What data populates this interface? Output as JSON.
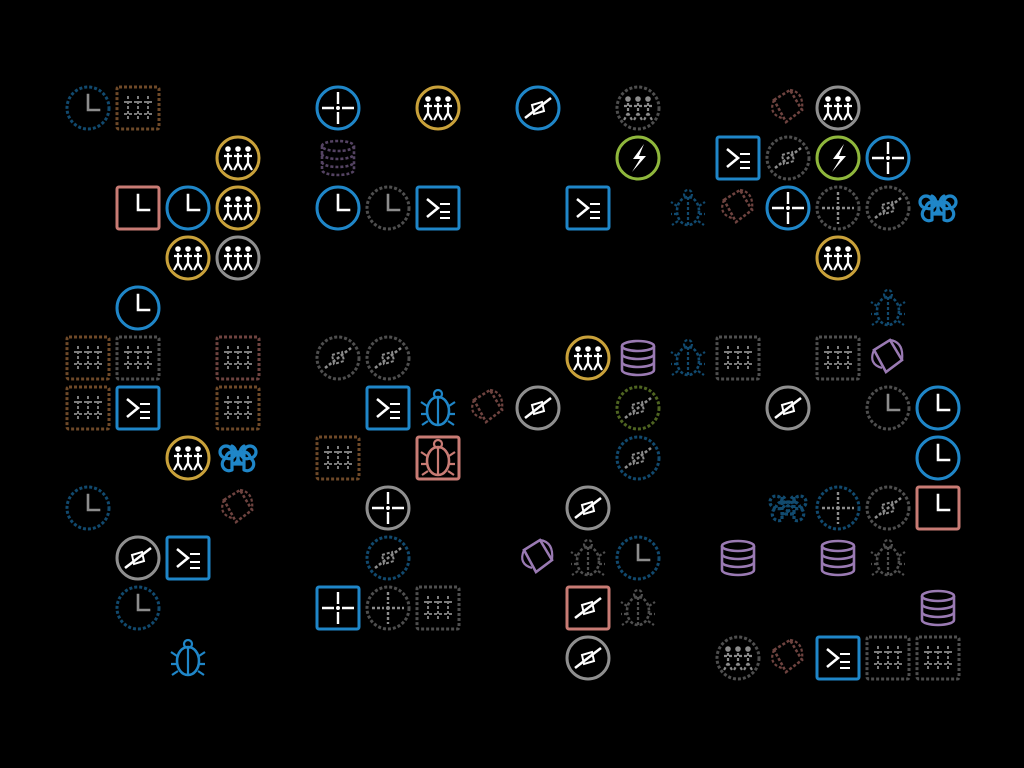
{
  "colors": {
    "background": "#000000",
    "blue": "#1f86c8",
    "gold": "#c9a13a",
    "salmon": "#c87b74",
    "purple": "#9a7ab3",
    "green": "#8fb73c",
    "gray": "#8f8f8f",
    "white": "#ffffff",
    "orange": "#c8864a"
  },
  "grid": {
    "columns": 18,
    "rows": 12
  },
  "icons": [
    {
      "col": 1,
      "row": 1,
      "name": "clock-icon",
      "frame": "circle",
      "color": "blue",
      "faded": true
    },
    {
      "col": 2,
      "row": 1,
      "name": "network-icon",
      "frame": "square",
      "color": "orange",
      "faded": true
    },
    {
      "col": 6,
      "row": 1,
      "name": "crosshair-icon",
      "frame": "circle",
      "color": "blue"
    },
    {
      "col": 8,
      "row": 1,
      "name": "people-icon",
      "frame": "circle",
      "color": "gold"
    },
    {
      "col": 10,
      "row": 1,
      "name": "compass-icon",
      "frame": "circle",
      "color": "blue"
    },
    {
      "col": 12,
      "row": 1,
      "name": "people-icon",
      "frame": "circle",
      "color": "gray",
      "faded": true
    },
    {
      "col": 15,
      "row": 1,
      "name": "scroll-icon",
      "frame": "none",
      "color": "salmon",
      "faded": true
    },
    {
      "col": 16,
      "row": 1,
      "name": "people-icon",
      "frame": "circle",
      "color": "gray"
    },
    {
      "col": 4,
      "row": 2,
      "name": "people-icon",
      "frame": "circle",
      "color": "gold"
    },
    {
      "col": 6,
      "row": 2,
      "name": "database-icon",
      "frame": "none",
      "color": "purple",
      "faded": true
    },
    {
      "col": 12,
      "row": 2,
      "name": "lightning-icon",
      "frame": "circle",
      "color": "green"
    },
    {
      "col": 14,
      "row": 2,
      "name": "terminal-icon",
      "frame": "square",
      "color": "blue"
    },
    {
      "col": 15,
      "row": 2,
      "name": "compass-icon",
      "frame": "circle",
      "color": "gray",
      "faded": true
    },
    {
      "col": 16,
      "row": 2,
      "name": "lightning-icon",
      "frame": "circle",
      "color": "green"
    },
    {
      "col": 17,
      "row": 2,
      "name": "crosshair-icon",
      "frame": "circle",
      "color": "blue"
    },
    {
      "col": 2,
      "row": 3,
      "name": "clock-icon",
      "frame": "square",
      "color": "salmon"
    },
    {
      "col": 3,
      "row": 3,
      "name": "clock-icon",
      "frame": "circle",
      "color": "blue"
    },
    {
      "col": 4,
      "row": 3,
      "name": "people-icon",
      "frame": "circle",
      "color": "gold"
    },
    {
      "col": 6,
      "row": 3,
      "name": "clock-icon",
      "frame": "circle",
      "color": "blue"
    },
    {
      "col": 7,
      "row": 3,
      "name": "clock-icon",
      "frame": "circle",
      "color": "gray",
      "faded": true
    },
    {
      "col": 8,
      "row": 3,
      "name": "terminal-icon",
      "frame": "square",
      "color": "blue"
    },
    {
      "col": 11,
      "row": 3,
      "name": "terminal-icon",
      "frame": "square",
      "color": "blue"
    },
    {
      "col": 13,
      "row": 3,
      "name": "bug-icon",
      "frame": "none",
      "color": "blue",
      "faded": true
    },
    {
      "col": 14,
      "row": 3,
      "name": "scroll-icon",
      "frame": "none",
      "color": "salmon",
      "faded": true
    },
    {
      "col": 15,
      "row": 3,
      "name": "crosshair-icon",
      "frame": "circle",
      "color": "blue"
    },
    {
      "col": 16,
      "row": 3,
      "name": "crosshair-icon",
      "frame": "circle",
      "color": "gray",
      "faded": true
    },
    {
      "col": 17,
      "row": 3,
      "name": "compass-icon",
      "frame": "circle",
      "color": "gray",
      "faded": true
    },
    {
      "col": 18,
      "row": 3,
      "name": "command-icon",
      "frame": "none",
      "color": "blue"
    },
    {
      "col": 3,
      "row": 4,
      "name": "people-icon",
      "frame": "circle",
      "color": "gold"
    },
    {
      "col": 4,
      "row": 4,
      "name": "people-icon",
      "frame": "circle",
      "color": "gray"
    },
    {
      "col": 16,
      "row": 4,
      "name": "people-icon",
      "frame": "circle",
      "color": "gold"
    },
    {
      "col": 2,
      "row": 5,
      "name": "clock-icon",
      "frame": "circle",
      "color": "blue"
    },
    {
      "col": 17,
      "row": 5,
      "name": "bug-icon",
      "frame": "none",
      "color": "blue",
      "faded": true
    },
    {
      "col": 1,
      "row": 6,
      "name": "network-icon",
      "frame": "square",
      "color": "orange",
      "faded": true
    },
    {
      "col": 2,
      "row": 6,
      "name": "network-icon",
      "frame": "square",
      "color": "gray",
      "faded": true
    },
    {
      "col": 4,
      "row": 6,
      "name": "network-icon",
      "frame": "square",
      "color": "salmon",
      "faded": true
    },
    {
      "col": 6,
      "row": 6,
      "name": "compass-icon",
      "frame": "circle",
      "color": "gray",
      "faded": true
    },
    {
      "col": 7,
      "row": 6,
      "name": "compass-icon",
      "frame": "circle",
      "color": "gray",
      "faded": true
    },
    {
      "col": 11,
      "row": 6,
      "name": "people-icon",
      "frame": "circle",
      "color": "gold"
    },
    {
      "col": 12,
      "row": 6,
      "name": "database-icon",
      "frame": "none",
      "color": "purple"
    },
    {
      "col": 13,
      "row": 6,
      "name": "bug-icon",
      "frame": "none",
      "color": "blue",
      "faded": true
    },
    {
      "col": 14,
      "row": 6,
      "name": "network-icon",
      "frame": "square",
      "color": "gray",
      "faded": true
    },
    {
      "col": 16,
      "row": 6,
      "name": "network-icon",
      "frame": "square",
      "color": "gray",
      "faded": true
    },
    {
      "col": 17,
      "row": 6,
      "name": "scroll-icon",
      "frame": "none",
      "color": "purple"
    },
    {
      "col": 1,
      "row": 7,
      "name": "network-icon",
      "frame": "square",
      "color": "orange",
      "faded": true
    },
    {
      "col": 2,
      "row": 7,
      "name": "terminal-icon",
      "frame": "square",
      "color": "blue"
    },
    {
      "col": 4,
      "row": 7,
      "name": "network-icon",
      "frame": "square",
      "color": "orange",
      "faded": true
    },
    {
      "col": 7,
      "row": 7,
      "name": "terminal-icon",
      "frame": "square",
      "color": "blue"
    },
    {
      "col": 8,
      "row": 7,
      "name": "bug-icon",
      "frame": "none",
      "color": "blue"
    },
    {
      "col": 9,
      "row": 7,
      "name": "scroll-icon",
      "frame": "none",
      "color": "salmon",
      "faded": true
    },
    {
      "col": 10,
      "row": 7,
      "name": "compass-icon",
      "frame": "circle",
      "color": "gray"
    },
    {
      "col": 12,
      "row": 7,
      "name": "compass-icon",
      "frame": "circle",
      "color": "green",
      "faded": true
    },
    {
      "col": 15,
      "row": 7,
      "name": "compass-icon",
      "frame": "circle",
      "color": "gray"
    },
    {
      "col": 17,
      "row": 7,
      "name": "clock-icon",
      "frame": "circle",
      "color": "gray",
      "faded": true
    },
    {
      "col": 18,
      "row": 7,
      "name": "clock-icon",
      "frame": "circle",
      "color": "blue"
    },
    {
      "col": 3,
      "row": 8,
      "name": "people-icon",
      "frame": "circle",
      "color": "gold"
    },
    {
      "col": 4,
      "row": 8,
      "name": "command-icon",
      "frame": "none",
      "color": "blue"
    },
    {
      "col": 6,
      "row": 8,
      "name": "network-icon",
      "frame": "square",
      "color": "orange",
      "faded": true
    },
    {
      "col": 8,
      "row": 8,
      "name": "bug-icon",
      "frame": "square",
      "color": "salmon"
    },
    {
      "col": 12,
      "row": 8,
      "name": "compass-icon",
      "frame": "circle",
      "color": "blue",
      "faded": true
    },
    {
      "col": 18,
      "row": 8,
      "name": "clock-icon",
      "frame": "circle",
      "color": "blue"
    },
    {
      "col": 1,
      "row": 9,
      "name": "clock-icon",
      "frame": "circle",
      "color": "blue",
      "faded": true
    },
    {
      "col": 4,
      "row": 9,
      "name": "scroll-icon",
      "frame": "none",
      "color": "salmon",
      "faded": true
    },
    {
      "col": 7,
      "row": 9,
      "name": "crosshair-icon",
      "frame": "circle",
      "color": "gray"
    },
    {
      "col": 11,
      "row": 9,
      "name": "compass-icon",
      "frame": "circle",
      "color": "gray"
    },
    {
      "col": 15,
      "row": 9,
      "name": "command-icon",
      "frame": "none",
      "color": "blue",
      "faded": true
    },
    {
      "col": 16,
      "row": 9,
      "name": "crosshair-icon",
      "frame": "circle",
      "color": "blue",
      "faded": true
    },
    {
      "col": 17,
      "row": 9,
      "name": "compass-icon",
      "frame": "circle",
      "color": "gray",
      "faded": true
    },
    {
      "col": 18,
      "row": 9,
      "name": "clock-icon",
      "frame": "square",
      "color": "salmon"
    },
    {
      "col": 2,
      "row": 10,
      "name": "compass-icon",
      "frame": "circle",
      "color": "gray"
    },
    {
      "col": 3,
      "row": 10,
      "name": "terminal-icon",
      "frame": "square",
      "color": "blue"
    },
    {
      "col": 7,
      "row": 10,
      "name": "compass-icon",
      "frame": "circle",
      "color": "blue",
      "faded": true
    },
    {
      "col": 10,
      "row": 10,
      "name": "scroll-icon",
      "frame": "none",
      "color": "purple"
    },
    {
      "col": 11,
      "row": 10,
      "name": "bug-icon",
      "frame": "none",
      "color": "gray",
      "faded": true
    },
    {
      "col": 12,
      "row": 10,
      "name": "clock-icon",
      "frame": "circle",
      "color": "blue",
      "faded": true
    },
    {
      "col": 14,
      "row": 10,
      "name": "database-icon",
      "frame": "none",
      "color": "purple"
    },
    {
      "col": 16,
      "row": 10,
      "name": "database-icon",
      "frame": "none",
      "color": "purple"
    },
    {
      "col": 17,
      "row": 10,
      "name": "bug-icon",
      "frame": "none",
      "color": "gray",
      "faded": true
    },
    {
      "col": 2,
      "row": 11,
      "name": "clock-icon",
      "frame": "circle",
      "color": "blue",
      "faded": true
    },
    {
      "col": 6,
      "row": 11,
      "name": "crosshair-icon",
      "frame": "square",
      "color": "blue"
    },
    {
      "col": 7,
      "row": 11,
      "name": "crosshair-icon",
      "frame": "circle",
      "color": "gray",
      "faded": true
    },
    {
      "col": 8,
      "row": 11,
      "name": "network-icon",
      "frame": "square",
      "color": "gray",
      "faded": true
    },
    {
      "col": 11,
      "row": 11,
      "name": "compass-icon",
      "frame": "square",
      "color": "salmon"
    },
    {
      "col": 12,
      "row": 11,
      "name": "bug-icon",
      "frame": "none",
      "color": "gray",
      "faded": true
    },
    {
      "col": 18,
      "row": 11,
      "name": "database-icon",
      "frame": "none",
      "color": "purple"
    },
    {
      "col": 3,
      "row": 12,
      "name": "bug-icon",
      "frame": "none",
      "color": "blue"
    },
    {
      "col": 11,
      "row": 12,
      "name": "compass-icon",
      "frame": "circle",
      "color": "gray"
    },
    {
      "col": 14,
      "row": 12,
      "name": "people-icon",
      "frame": "circle",
      "color": "gray",
      "faded": true
    },
    {
      "col": 15,
      "row": 12,
      "name": "scroll-icon",
      "frame": "none",
      "color": "salmon",
      "faded": true
    },
    {
      "col": 16,
      "row": 12,
      "name": "terminal-icon",
      "frame": "square",
      "color": "blue"
    },
    {
      "col": 17,
      "row": 12,
      "name": "network-icon",
      "frame": "square",
      "color": "gray",
      "faded": true
    },
    {
      "col": 18,
      "row": 12,
      "name": "network-icon",
      "frame": "square",
      "color": "gray",
      "faded": true
    }
  ]
}
